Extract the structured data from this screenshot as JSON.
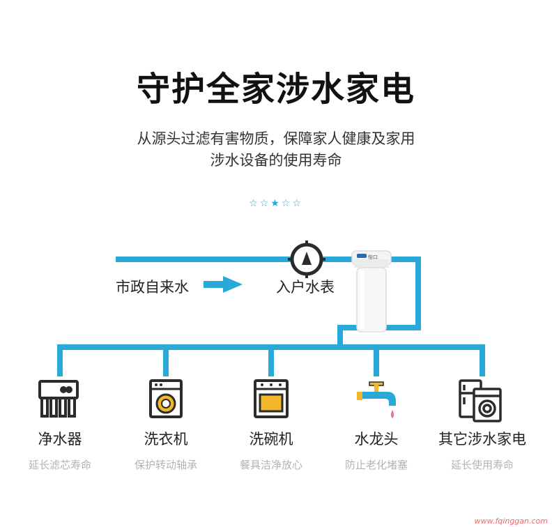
{
  "title": "守护全家涉水家电",
  "subtitle_line1": "从源头过滤有害物质，保障家人健康及家用",
  "subtitle_line2": "涉水设备的使用寿命",
  "stars": "☆☆★☆☆",
  "source_label": "市政自来水",
  "meter_label": "入户水表",
  "filter_brand": "怡口",
  "appliances": [
    {
      "name": "净水器",
      "desc": "延长滤芯寿命"
    },
    {
      "name": "洗衣机",
      "desc": "保护转动轴承"
    },
    {
      "name": "洗碗机",
      "desc": "餐具洁净放心"
    },
    {
      "name": "水龙头",
      "desc": "防止老化堵塞"
    },
    {
      "name": "其它涉水家电",
      "desc": "延长使用寿命"
    }
  ],
  "watermark": "www.fqinggan.com",
  "colors": {
    "pipe": "#29a9d8",
    "icon": "#2b2b2b",
    "accent": "#f3b82a"
  }
}
